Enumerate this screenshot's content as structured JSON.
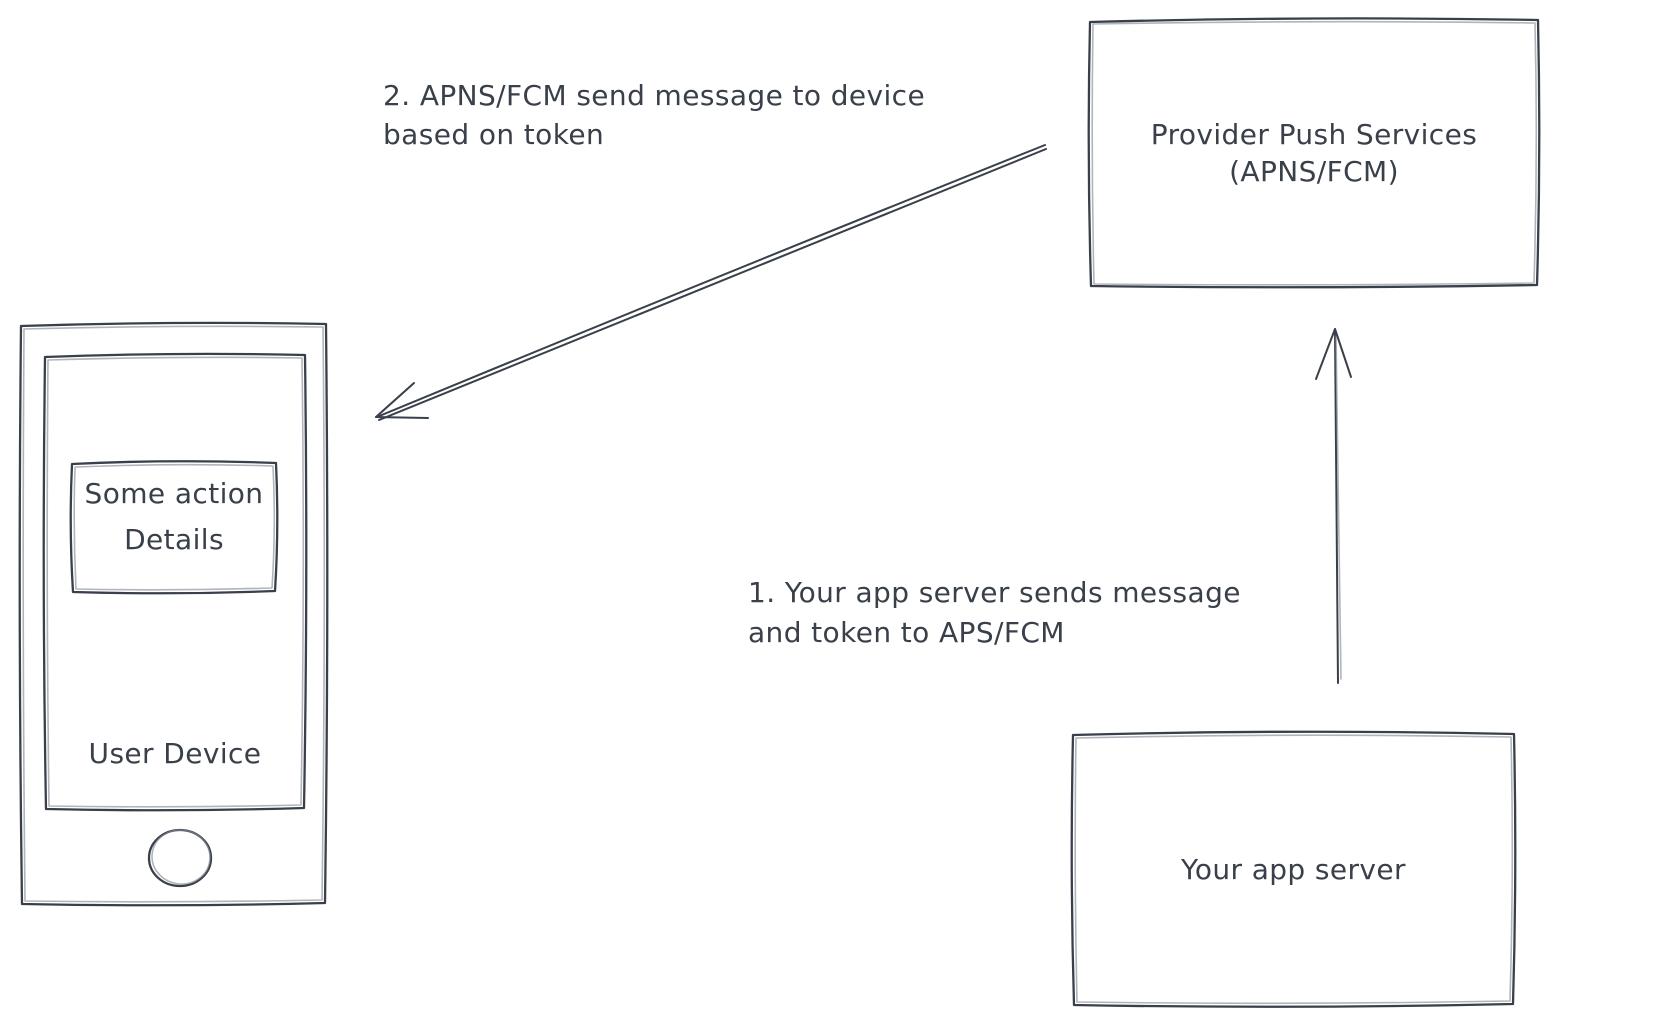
{
  "canvas": {
    "background": "#ffffff",
    "stroke_color": "#39404a"
  },
  "nodes": {
    "provider": {
      "line1": "Provider Push Services",
      "line2": "(APNS/FCM)"
    },
    "server": {
      "label": "Your app server"
    },
    "device": {
      "label": "User Device",
      "notification_line1": "Some action",
      "notification_line2": "Details"
    }
  },
  "annotations": {
    "step2": {
      "line1": "2. APNS/FCM send message to device",
      "line2": "based on token"
    },
    "step1": {
      "line1": "1. Your app server sends message",
      "line2": "and token to APS/FCM"
    }
  },
  "arrows": [
    {
      "name": "server-to-provider",
      "from": "Your app server",
      "to": "Provider Push Services (APNS/FCM)",
      "direction": "up"
    },
    {
      "name": "provider-to-device",
      "from": "Provider Push Services (APNS/FCM)",
      "to": "User Device",
      "direction": "down-left"
    }
  ]
}
